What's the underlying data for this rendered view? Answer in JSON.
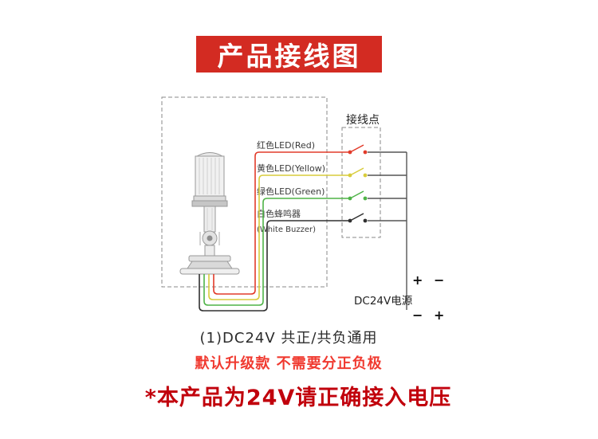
{
  "banner": {
    "title": "产品接线图"
  },
  "colors": {
    "banner_bg": "#d32b22",
    "banner_text": "#ffffff",
    "caption2": "#f03a30",
    "caption3": "#c1000c",
    "line": "#8a8a8a"
  },
  "diagram": {
    "junction_label": "接线点",
    "wires": [
      {
        "label": "红色LED(Red)",
        "color": "#e23b2a"
      },
      {
        "label": "黄色LED(Yellow)",
        "color": "#d8cc3c"
      },
      {
        "label": "绿色LED(Green)",
        "color": "#4eb347"
      },
      {
        "label": "白色蜂鸣器",
        "label2": "(White Buzzer)",
        "color": "#303030"
      }
    ],
    "power": {
      "label": "DC24V电源",
      "top_marks": "+ −",
      "bottom_marks": "− +"
    }
  },
  "captions": {
    "line1": "(1)DC24V 共正/共负通用",
    "line2": "默认升级款 不需要分正负极",
    "line3": "*本产品为24V请正确接入电压"
  }
}
